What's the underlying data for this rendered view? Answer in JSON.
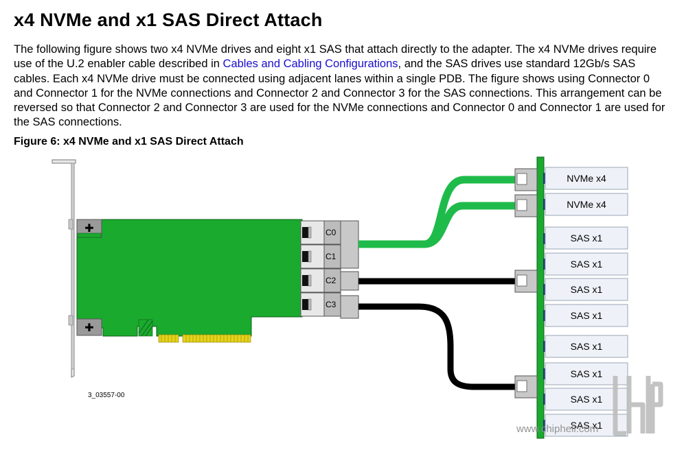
{
  "title": "x4 NVMe and x1 SAS Direct Attach",
  "intro": {
    "before_link": "The following figure shows two x4 NVMe drives and eight x1 SAS that attach directly to the adapter. The x4 NVMe drives require use of the U.2 enabler cable described in ",
    "link_text": "Cables and Cabling Configurations",
    "after_link": ", and the SAS drives use standard 12Gb/s SAS cables. Each x4 NVMe drive must be connected using adjacent lanes within a single PDB. The figure shows using Connector 0 and Connector 1 for the NVMe connections and Connector 2 and Connector 3 for the SAS connections. This arrangement can be reversed so that Connector 2 and Connector 3 are used for the NVMe connections and Connector 0 and Connector 1 are used for the SAS connections."
  },
  "figure": {
    "caption": "Figure 6: x4 NVMe and x1 SAS Direct Attach",
    "connectors": [
      "C0",
      "C1",
      "C2",
      "C3"
    ],
    "drives": [
      "NVMe x4",
      "NVMe x4",
      "SAS x1",
      "SAS x1",
      "SAS x1",
      "SAS x1",
      "SAS x1",
      "SAS x1",
      "SAS x1",
      "SAS x1"
    ],
    "part_number": "3_03557-00",
    "watermark": "www.chiphell.com",
    "colors": {
      "board": "#1aaa2e",
      "nvme_cable": "#1fbb4a",
      "sas_cable": "#000000",
      "backplane": "#1aaa2e",
      "drive_fill": "#eef2f8",
      "drive_border": "#9aa6b6",
      "link": "#1a0dcc"
    }
  }
}
